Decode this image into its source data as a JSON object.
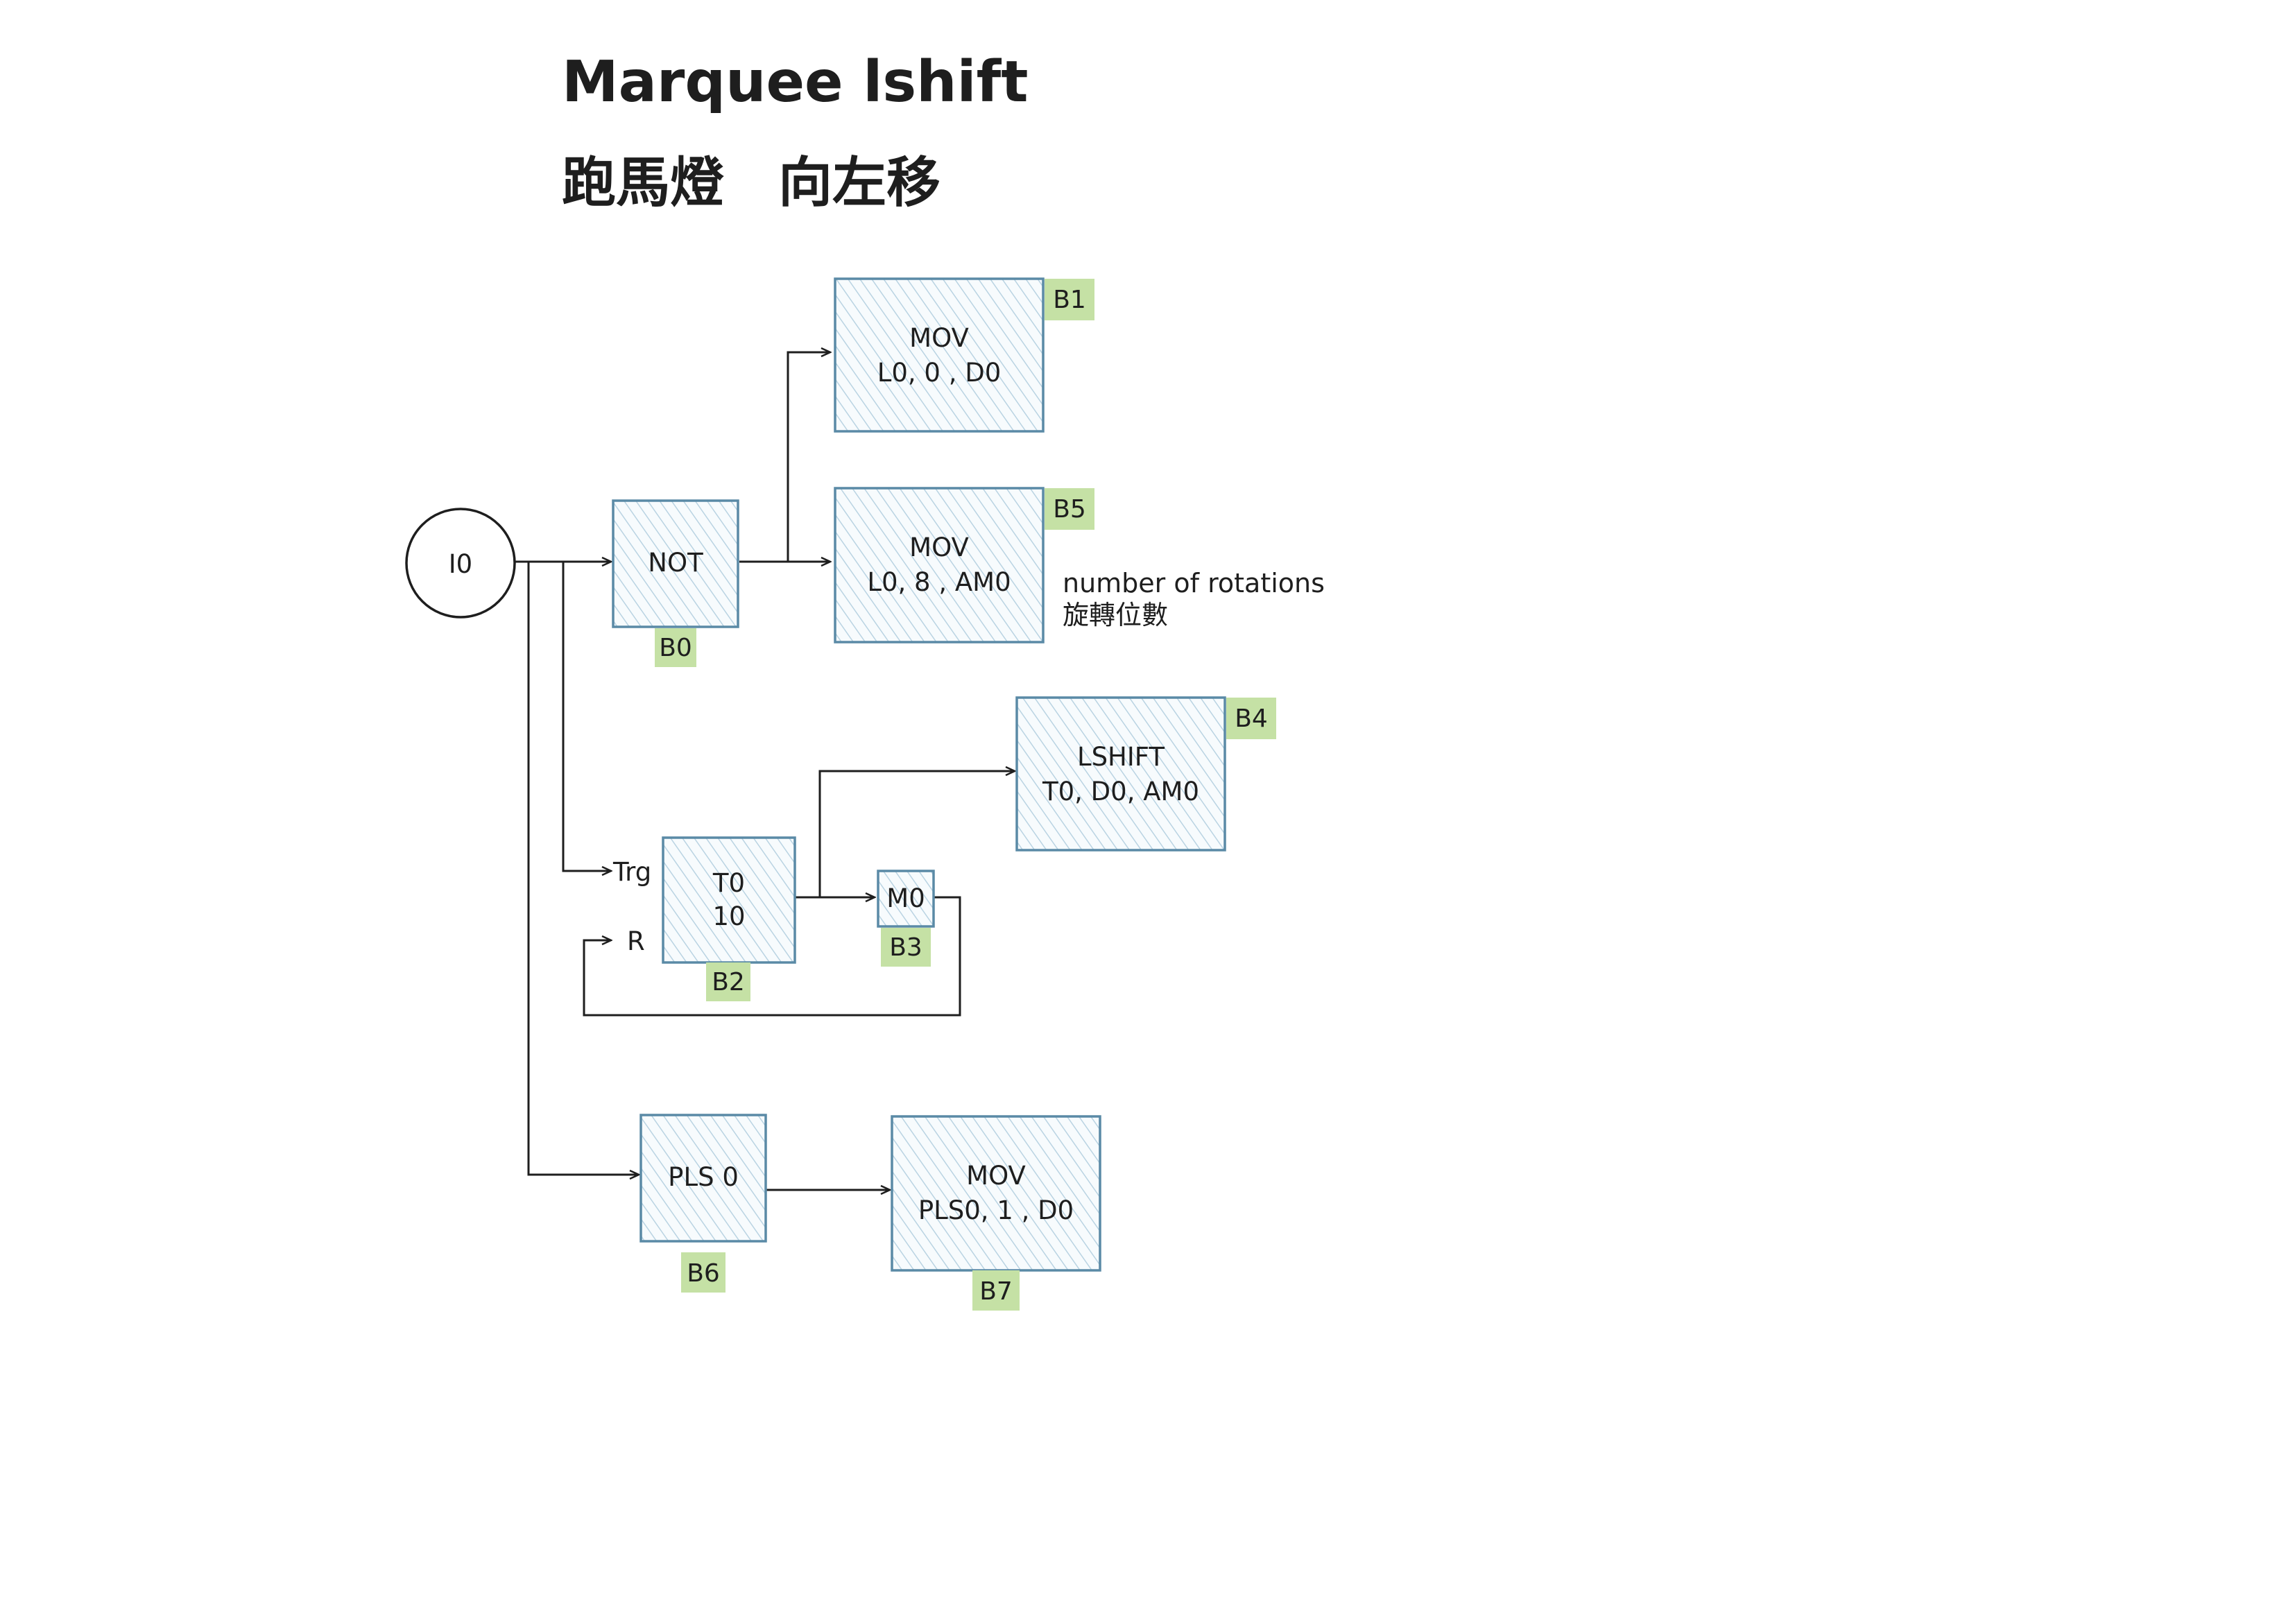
{
  "title": "Marquee lshift",
  "subtitle": "跑馬燈　向左移",
  "input_node": {
    "label": "I0"
  },
  "blocks": {
    "not": {
      "line1": "NOT",
      "tag": "B0"
    },
    "mov1": {
      "line1": "MOV",
      "line2": "L0, 0 , D0",
      "tag": "B1"
    },
    "mov5": {
      "line1": "MOV",
      "line2": "L0, 8 , AM0",
      "tag": "B5"
    },
    "timer": {
      "line1": "T0",
      "line2": "10",
      "tag": "B2"
    },
    "m0": {
      "line1": "M0",
      "tag": "B3"
    },
    "lshift": {
      "line1": "LSHIFT",
      "line2": "T0, D0, AM0",
      "tag": "B4"
    },
    "pls": {
      "line1": "PLS 0",
      "tag": "B6"
    },
    "mov7": {
      "line1": "MOV",
      "line2": "PLS0, 1 , D0",
      "tag": "B7"
    }
  },
  "pins": {
    "trigger": "Trg",
    "reset": "R"
  },
  "note": {
    "line1": "number of rotations",
    "line2": "旋轉位數"
  },
  "colors": {
    "box_stroke": "#5a8aa6",
    "box_hatch": "#b9d3e2",
    "tag_fill": "#c5e1a5",
    "ink": "#1e1e1e"
  }
}
